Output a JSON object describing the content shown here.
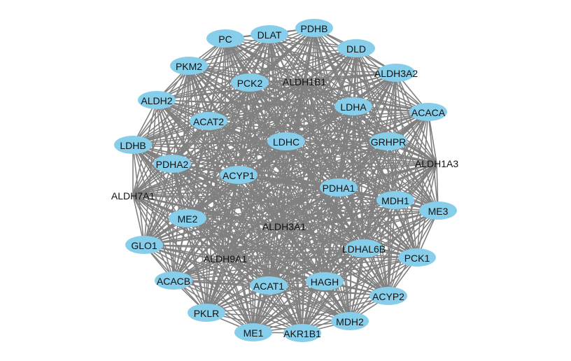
{
  "network": {
    "node_color": "#87ceeb",
    "edge_color": "#808080",
    "background": "#ffffff",
    "nodes": [
      {
        "id": "PC",
        "label": "PC"
      },
      {
        "id": "DLAT",
        "label": "DLAT"
      },
      {
        "id": "PDHB",
        "label": "PDHB"
      },
      {
        "id": "DLD",
        "label": "DLD"
      },
      {
        "id": "PKM2",
        "label": "PKM2"
      },
      {
        "id": "ALDH3A2",
        "label": "ALDH3A2"
      },
      {
        "id": "PCK2",
        "label": "PCK2"
      },
      {
        "id": "ALDH1B1",
        "label": "ALDH1B1"
      },
      {
        "id": "ALDH2",
        "label": "ALDH2"
      },
      {
        "id": "LDHA",
        "label": "LDHA"
      },
      {
        "id": "ACACA",
        "label": "ACACA"
      },
      {
        "id": "ACAT2",
        "label": "ACAT2"
      },
      {
        "id": "LDHB",
        "label": "LDHB"
      },
      {
        "id": "LDHC",
        "label": "LDHC"
      },
      {
        "id": "GRHPR",
        "label": "GRHPR"
      },
      {
        "id": "PDHA2",
        "label": "PDHA2"
      },
      {
        "id": "ALDH1A3",
        "label": "ALDH1A3"
      },
      {
        "id": "ACYP1",
        "label": "ACYP1"
      },
      {
        "id": "PDHA1",
        "label": "PDHA1"
      },
      {
        "id": "ALDH7A1",
        "label": "ALDH7A1"
      },
      {
        "id": "MDH1",
        "label": "MDH1"
      },
      {
        "id": "ME3",
        "label": "ME3"
      },
      {
        "id": "ME2",
        "label": "ME2"
      },
      {
        "id": "ALDH3A1",
        "label": "ALDH3A1"
      },
      {
        "id": "GLO1",
        "label": "GLO1"
      },
      {
        "id": "LDHAL6B",
        "label": "LDHAL6B"
      },
      {
        "id": "ALDH9A1",
        "label": "ALDH9A1"
      },
      {
        "id": "PCK1",
        "label": "PCK1"
      },
      {
        "id": "ACACB",
        "label": "ACACB"
      },
      {
        "id": "ACAT1",
        "label": "ACAT1"
      },
      {
        "id": "HAGH",
        "label": "HAGH"
      },
      {
        "id": "ACYP2",
        "label": "ACYP2"
      },
      {
        "id": "PKLR",
        "label": "PKLR"
      },
      {
        "id": "MDH2",
        "label": "MDH2"
      },
      {
        "id": "ME1",
        "label": "ME1"
      },
      {
        "id": "AKR1B1",
        "label": "AKR1B1"
      }
    ]
  }
}
